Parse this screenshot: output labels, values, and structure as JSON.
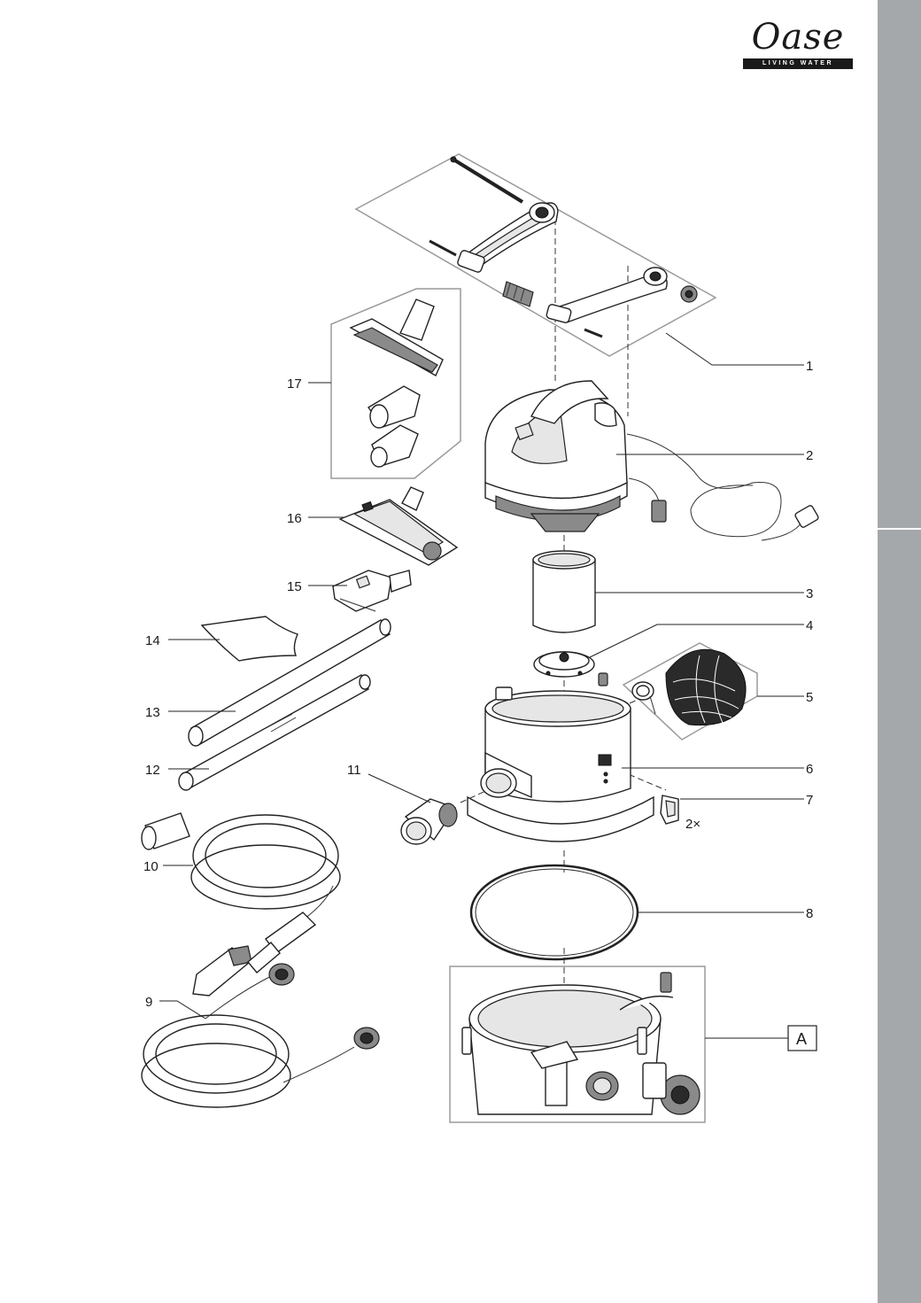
{
  "brand": {
    "name": "Oase",
    "tagline": "LIVING WATER"
  },
  "part_labels": [
    {
      "id": "1",
      "text": "1"
    },
    {
      "id": "2",
      "text": "2"
    },
    {
      "id": "3",
      "text": "3"
    },
    {
      "id": "4",
      "text": "4"
    },
    {
      "id": "5",
      "text": "5"
    },
    {
      "id": "6",
      "text": "6"
    },
    {
      "id": "7",
      "text": "7"
    },
    {
      "id": "8",
      "text": "8"
    },
    {
      "id": "9",
      "text": "9"
    },
    {
      "id": "10",
      "text": "10"
    },
    {
      "id": "11",
      "text": "11"
    },
    {
      "id": "12",
      "text": "12"
    },
    {
      "id": "13",
      "text": "13"
    },
    {
      "id": "14",
      "text": "14"
    },
    {
      "id": "15",
      "text": "15"
    },
    {
      "id": "16",
      "text": "16"
    },
    {
      "id": "17",
      "text": "17"
    }
  ],
  "quantity_note": "2×",
  "section_marker": "A",
  "colors": {
    "side_tab": "#a5a8ab",
    "frame": "#9a9a9a",
    "ink": "#1a1a1a"
  }
}
